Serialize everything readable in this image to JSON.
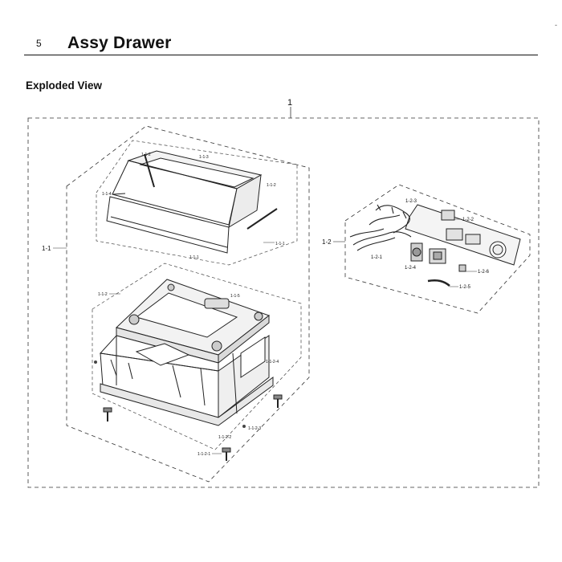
{
  "header": {
    "section_number": "5",
    "section_title": "Assy Drawer",
    "subtitle": "Exploded View"
  },
  "corner_mark": "-",
  "callouts": {
    "top": "1",
    "sub1": "1-1",
    "sub2": "1-2",
    "drawer": [
      "1-1-1",
      "1-1-2",
      "1-1-3",
      "1-1-4",
      "1-1-2",
      "1-1-1"
    ],
    "frame": [
      "1-1-2",
      "1-1-5",
      "1-1-2-4",
      "1-1-2-3",
      "1-1-2-2",
      "1-1-2-1"
    ],
    "control": [
      "1-2-3",
      "1-2-2",
      "1-2-1",
      "1-2-4",
      "1-2-6",
      "1-2-5"
    ]
  }
}
